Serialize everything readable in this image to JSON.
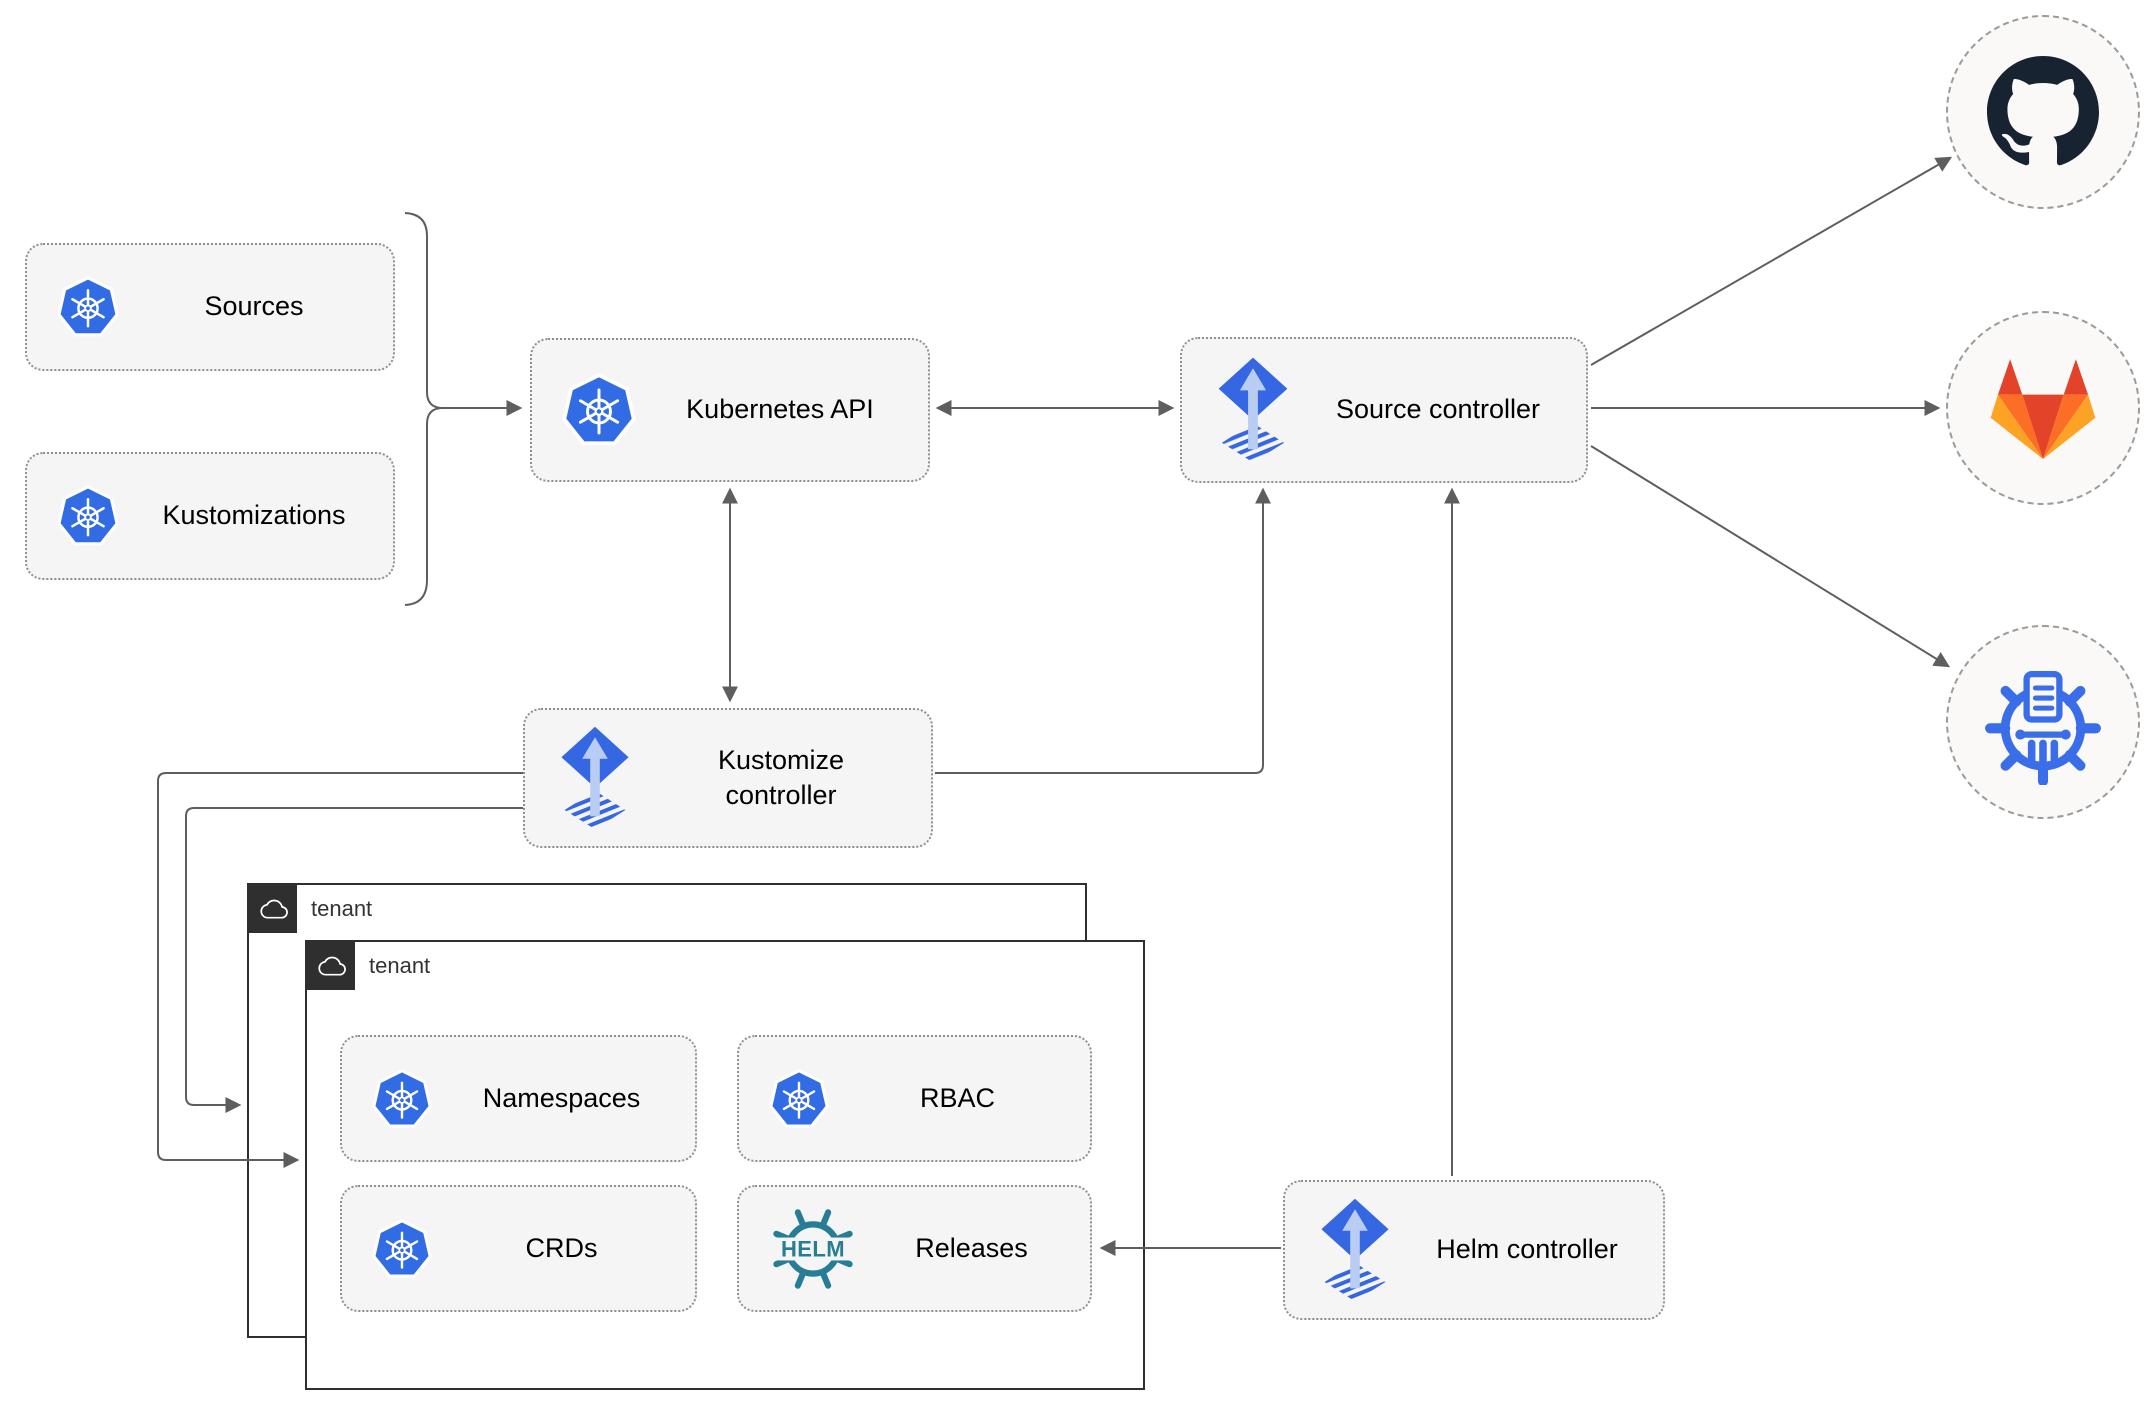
{
  "diagram": {
    "nodes": {
      "sources": {
        "label": "Sources",
        "icon": "kubernetes-icon"
      },
      "kustomizations": {
        "label": "Kustomizations",
        "icon": "kubernetes-icon"
      },
      "kubernetes_api": {
        "label": "Kubernetes API",
        "icon": "kubernetes-icon"
      },
      "source_controller": {
        "label": "Source controller",
        "icon": "flux-icon"
      },
      "kustomize_controller": {
        "label": "Kustomize controller",
        "icon": "flux-icon"
      },
      "helm_controller": {
        "label": "Helm controller",
        "icon": "flux-icon"
      },
      "namespaces": {
        "label": "Namespaces",
        "icon": "kubernetes-icon"
      },
      "rbac": {
        "label": "RBAC",
        "icon": "kubernetes-icon"
      },
      "crds": {
        "label": "CRDs",
        "icon": "kubernetes-icon"
      },
      "releases": {
        "label": "Releases",
        "icon": "helm-icon",
        "icon_text": "HELM"
      }
    },
    "groups": {
      "tenant_back": {
        "label": "tenant",
        "icon": "cloud-icon"
      },
      "tenant_front": {
        "label": "tenant",
        "icon": "cloud-icon"
      }
    },
    "external_targets": {
      "github": {
        "icon": "github-icon"
      },
      "gitlab": {
        "icon": "gitlab-icon"
      },
      "chart_repository": {
        "icon": "chartmuseum-icon"
      }
    },
    "colors": {
      "kubernetes_blue": "#326ce5",
      "flux_blue": "#3667e3",
      "flux_light_arrow": "#b9cdf2",
      "helm_teal": "#277d96",
      "github_dark": "#172330",
      "gitlab_red": "#e24329",
      "gitlab_orange": "#fc6d26",
      "gitlab_amber": "#fca326",
      "chartmuseum_blue": "#3a6ee8",
      "arrow_gray": "#5e5e5e",
      "node_fill": "#f5f5f5",
      "node_border": "#8f8f8f",
      "tenant_dark": "#2f2f2f",
      "circle_fill": "#faf9f7"
    }
  }
}
